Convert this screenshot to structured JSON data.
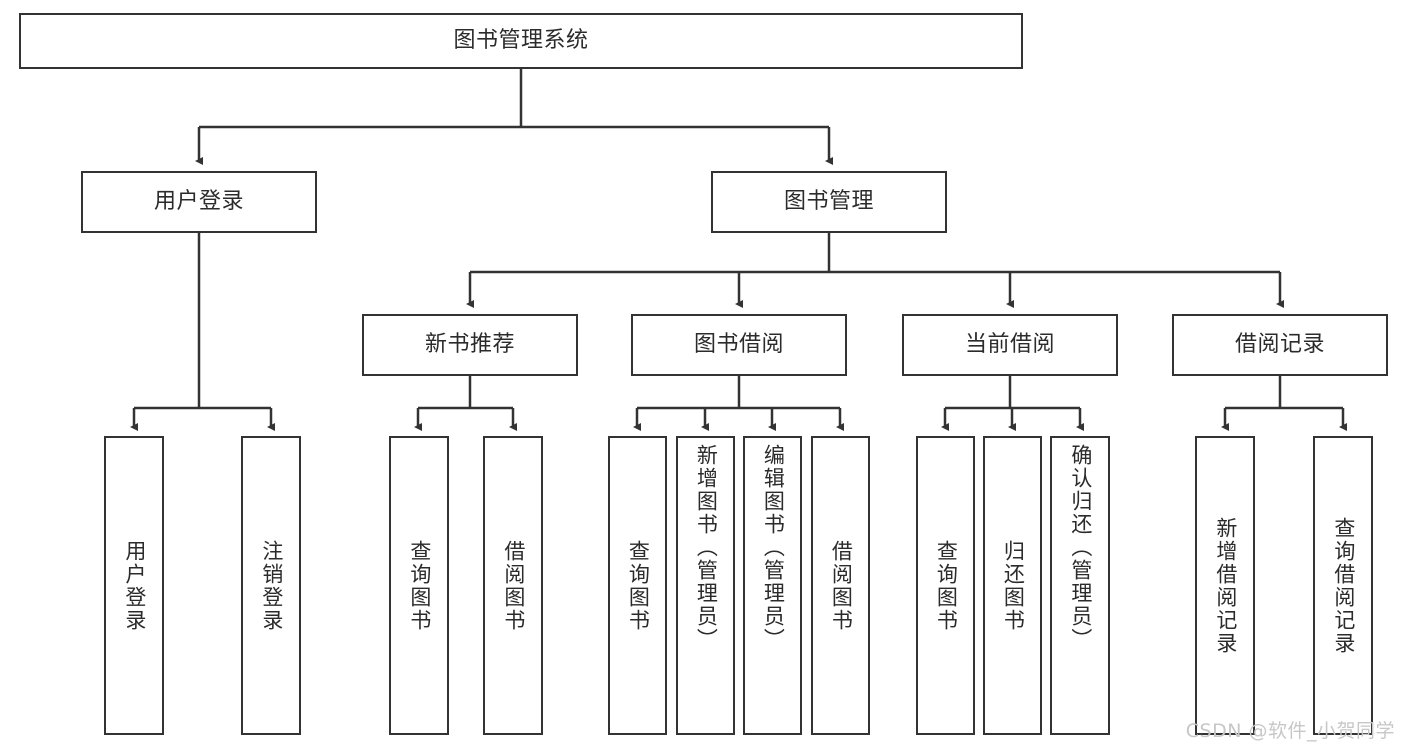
{
  "diagram": {
    "type": "tree",
    "title": "图书管理系统",
    "watermark": "CSDN @软件_小贺同学",
    "colors": {
      "box_border": "#333333",
      "box_fill": "#ffffff",
      "text": "#2b2b2b",
      "connector": "#333333",
      "watermark": "#c7c7c7",
      "background": "#ffffff"
    },
    "root": {
      "id": "root",
      "label": "图书管理系统"
    },
    "level2": [
      {
        "id": "user-login",
        "label": "用户登录"
      },
      {
        "id": "book-management",
        "label": "图书管理"
      }
    ],
    "level3": [
      {
        "id": "new-book-recommend",
        "label": "新书推荐",
        "parent": "book-management"
      },
      {
        "id": "book-borrow",
        "label": "图书借阅",
        "parent": "book-management"
      },
      {
        "id": "current-borrow",
        "label": "当前借阅",
        "parent": "book-management"
      },
      {
        "id": "borrow-record",
        "label": "借阅记录",
        "parent": "book-management"
      }
    ],
    "leaves": [
      {
        "id": "leaf-user-login",
        "label": "用户登录",
        "parent": "user-login"
      },
      {
        "id": "leaf-logout-login",
        "label": "注销登录",
        "parent": "user-login"
      },
      {
        "id": "leaf-query-book-1",
        "label": "查询图书",
        "parent": "new-book-recommend"
      },
      {
        "id": "leaf-borrow-book-1",
        "label": "借阅图书",
        "parent": "new-book-recommend"
      },
      {
        "id": "leaf-query-book-2",
        "label": "查询图书",
        "parent": "book-borrow"
      },
      {
        "id": "leaf-add-book",
        "label": "新增图书（管理员）",
        "parent": "book-borrow"
      },
      {
        "id": "leaf-edit-book",
        "label": "编辑图书（管理员）",
        "parent": "book-borrow"
      },
      {
        "id": "leaf-borrow-book-2",
        "label": "借阅图书",
        "parent": "book-borrow"
      },
      {
        "id": "leaf-query-book-3",
        "label": "查询图书",
        "parent": "current-borrow"
      },
      {
        "id": "leaf-return-book",
        "label": "归还图书",
        "parent": "current-borrow"
      },
      {
        "id": "leaf-confirm-return",
        "label": "确认归还（管理员）",
        "parent": "current-borrow"
      },
      {
        "id": "leaf-add-record",
        "label": "新增借阅记录",
        "parent": "borrow-record"
      },
      {
        "id": "leaf-query-record",
        "label": "查询借阅记录",
        "parent": "borrow-record"
      }
    ]
  }
}
